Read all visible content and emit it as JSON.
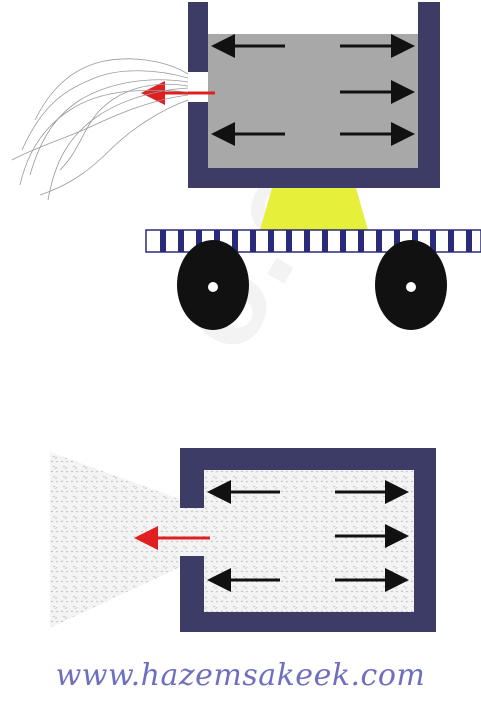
{
  "caption": "www.hazemsakeek.com",
  "colors": {
    "frame": "#3c3c66",
    "gas_fill": "#a8a8a8",
    "arrow_black": "#111111",
    "arrow_red": "#e02020",
    "support": "#e6ef3a",
    "track_stripe": "#2a2a7a",
    "wheel": "#111111",
    "caption": "#6f6fc0",
    "watermark": "#dddddd"
  },
  "diagrams": [
    {
      "name": "rocket-cart",
      "description_icons": [
        "open-container",
        "exhaust-flow",
        "cart-wheels"
      ]
    },
    {
      "name": "nozzle-box",
      "description_icons": [
        "closed-container",
        "spray-cone"
      ]
    }
  ]
}
